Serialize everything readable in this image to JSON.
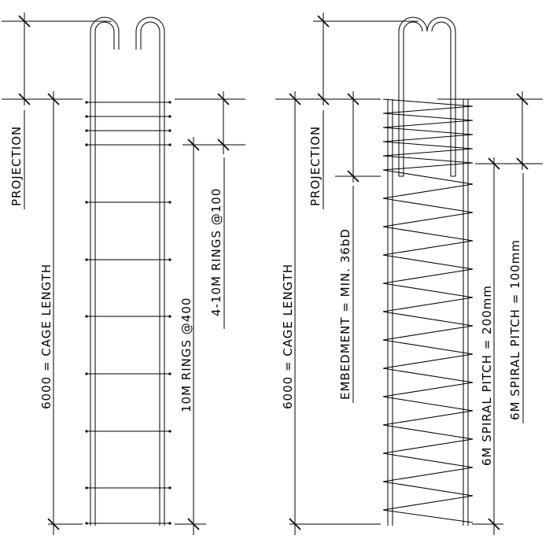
{
  "left_elevation": {
    "projection": "PROJECTION",
    "cage_length": "6000 = CAGE LENGTH",
    "rings_main": "10M RINGS @400",
    "rings_top": "4-10M RINGS @100"
  },
  "right_elevation": {
    "projection": "PROJECTION",
    "cage_length": "6000 = CAGE LENGTH",
    "embedment": "EMBEDMENT = MIN. 36bD",
    "spiral_200": "6M SPIRAL PITCH = 200mm",
    "spiral_100": "6M SPIRAL PITCH = 100mm"
  }
}
